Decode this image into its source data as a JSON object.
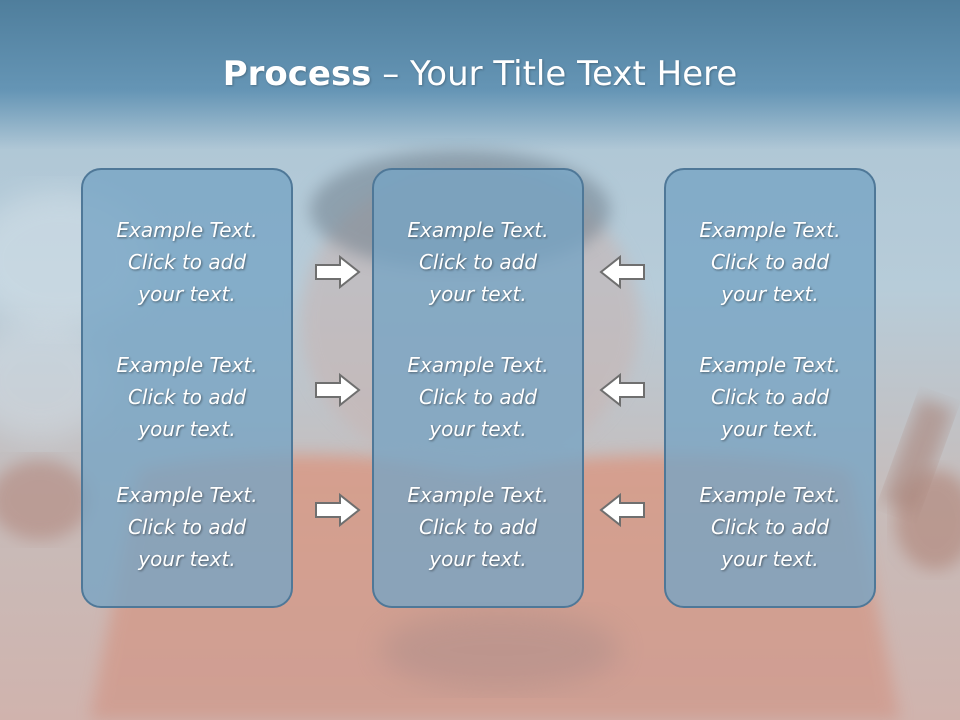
{
  "slide": {
    "title_bold": "Process",
    "title_rest": " – Your Title Text Here"
  },
  "columns": [
    {
      "items": [
        {
          "line1": "Example Text.",
          "line2": "Click  to add",
          "line3": "your text."
        },
        {
          "line1": "Example Text.",
          "line2": "Click  to add",
          "line3": "your text."
        },
        {
          "line1": "Example Text.",
          "line2": "Click  to add",
          "line3": "your text."
        }
      ]
    },
    {
      "items": [
        {
          "line1": "Example Text.",
          "line2": "Click  to add",
          "line3": "your text."
        },
        {
          "line1": "Example Text.",
          "line2": "Click  to add",
          "line3": "your text."
        },
        {
          "line1": "Example Text.",
          "line2": "Click  to add",
          "line3": "your text."
        }
      ]
    },
    {
      "items": [
        {
          "line1": "Example Text.",
          "line2": "Click  to add",
          "line3": "your text."
        },
        {
          "line1": "Example Text.",
          "line2": "Click  to add",
          "line3": "your text."
        },
        {
          "line1": "Example Text.",
          "line2": "Click  to add",
          "line3": "your text."
        }
      ]
    }
  ],
  "arrows": {
    "left_group": "right-arrow-icon",
    "right_group": "left-arrow-icon"
  },
  "colors": {
    "title_band": "#5a88a8",
    "box_fill": "#76a4c4",
    "box_border": "#4f7898",
    "text": "#ffffff"
  }
}
